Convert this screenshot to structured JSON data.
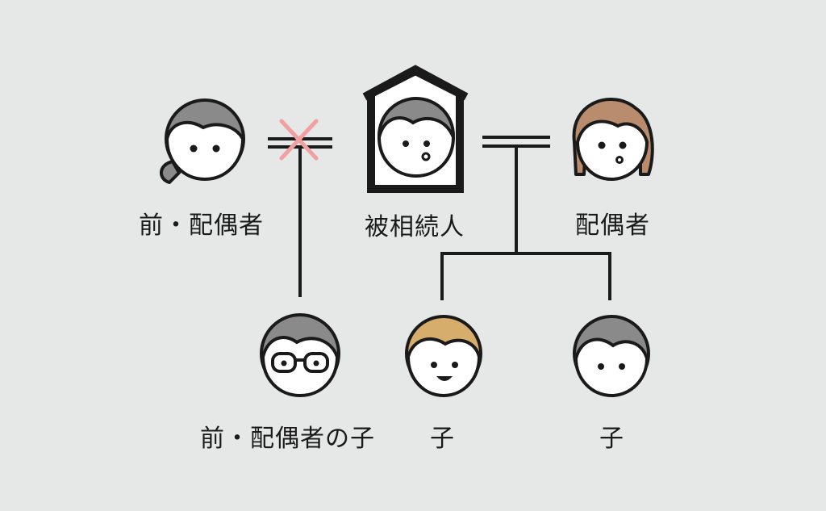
{
  "labels": {
    "former_spouse": "前・配偶者",
    "decedent": "被相続人",
    "spouse": "配偶者",
    "former_spouse_child": "前・配偶者の子",
    "child_1": "子",
    "child_2": "子"
  },
  "colors": {
    "background": "#e6e8e7",
    "line": "#1a1a1a",
    "divorce_mark": "#f0a0a0",
    "hair_gray": "#8a8a8a",
    "hair_brown": "#b98c6e",
    "hair_blonde": "#d7ad6c",
    "skin": "#ffffff"
  }
}
